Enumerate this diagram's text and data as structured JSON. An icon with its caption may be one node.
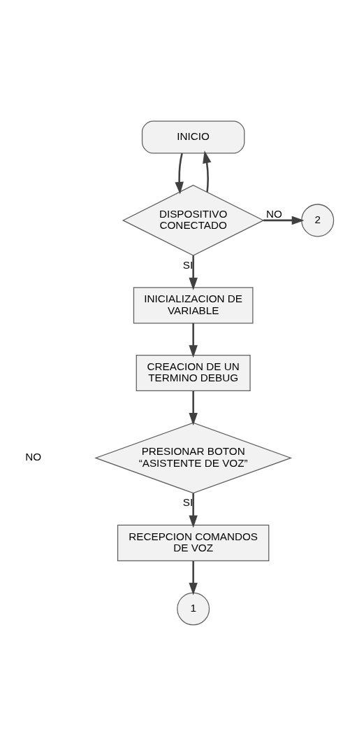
{
  "diagram": {
    "nodes": [
      {
        "text": [
          "INICIO"
        ]
      },
      {
        "text": [
          "DISPOSITIVO CONECTADO"
        ]
      },
      {
        "text": [
          "2"
        ]
      },
      {
        "text": [
          "INICIALIZACION DE VARIABLE"
        ]
      },
      {
        "text": [
          "CREACION DE UN TERMINO DEBUG"
        ]
      },
      {
        "text": [
          "PRESIONAR BOTON “ASISTENTE DE VOZ”"
        ]
      },
      {
        "text": [
          "RECEPCION COMANDOS DE VOZ"
        ]
      },
      {
        "text": [
          "1"
        ]
      }
    ],
    "edges": [
      {
        "from": 0,
        "to": 1,
        "arrow": "to"
      },
      {
        "from": 1,
        "to": 2,
        "arrow": "to",
        "label": "NO"
      },
      {
        "from": 1,
        "to": 0,
        "arrow": "to"
      },
      {
        "from": 1,
        "to": 3,
        "arrow": "to",
        "label": "SI"
      },
      {
        "from": 3,
        "to": 4,
        "arrow": "to"
      },
      {
        "from": 4,
        "to": 5,
        "arrow": "to"
      },
      {
        "from": 5,
        "to": 6,
        "arrow": "to",
        "label": "SI"
      },
      {
        "from": 6,
        "to": 7,
        "arrow": "to"
      }
    ],
    "labels": [
      "NO"
    ]
  }
}
